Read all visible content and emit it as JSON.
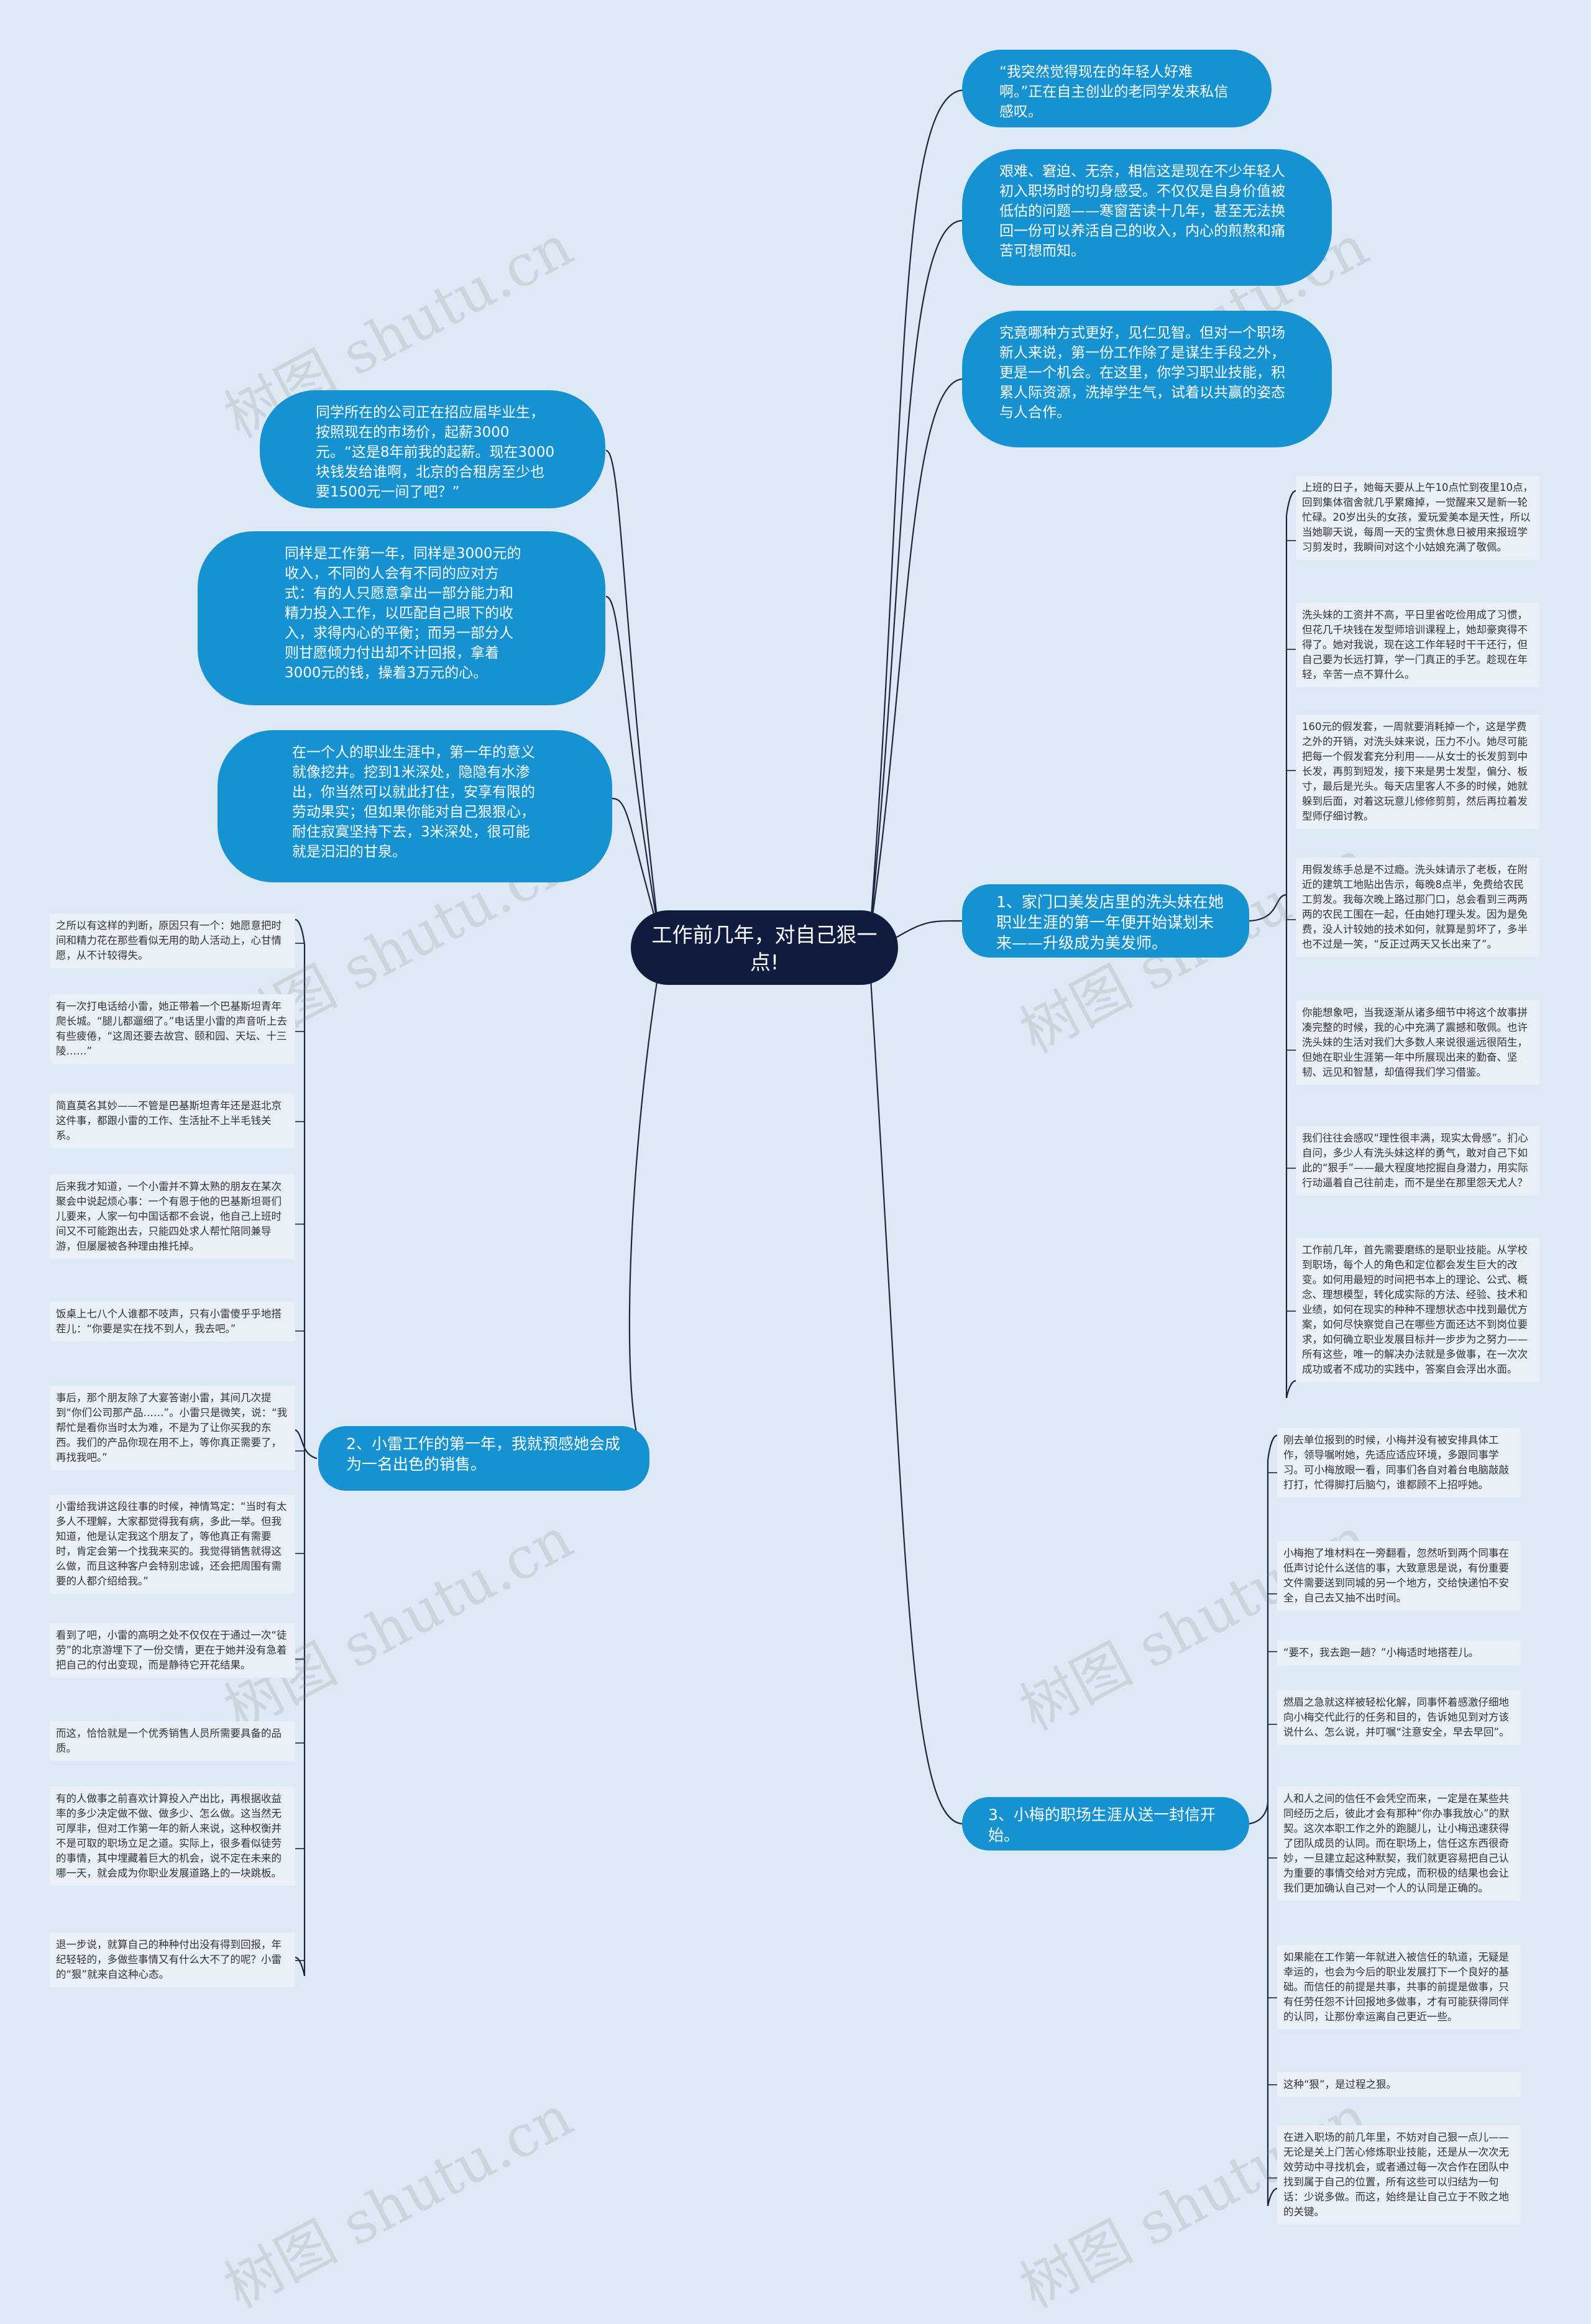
{
  "watermark": "树图 shutu.cn",
  "center": "工作前几年，对自己狠一点!",
  "left_bubbles": [
    "同学所在的公司正在招应届毕业生，按照现在的市场价，起薪3000元。“这是8年前我的起薪。现在3000块钱发给谁啊，北京的合租房至少也要1500元一间了吧？”",
    "同样是工作第一年，同样是3000元的收入，不同的人会有不同的应对方式：有的人只愿意拿出一部分能力和精力投入工作，以匹配自己眼下的收入，求得内心的平衡；而另一部分人则甘愿倾力付出却不计回报，拿着3000元的钱，操着3万元的心。",
    "在一个人的职业生涯中，第一年的意义就像挖井。挖到1米深处，隐隐有水渗出，你当然可以就此打住，安享有限的劳动果实；但如果你能对自己狠狠心，耐住寂寞坚持下去，3米深处，很可能就是汩汩的甘泉。"
  ],
  "right_bubbles": [
    "“我突然觉得现在的年轻人好难啊。”正在自主创业的老同学发来私信感叹。",
    "艰难、窘迫、无奈，相信这是现在不少年轻人初入职场时的切身感受。不仅仅是自身价值被低估的问题——寒窗苦读十几年，甚至无法换回一份可以养活自己的收入，内心的煎熬和痛苦可想而知。",
    "究竟哪种方式更好，见仁见智。但对一个职场新人来说，第一份工作除了是谋生手段之外，更是一个机会。在这里，你学习职业技能，积累人际资源，洗掉学生气，试着以共赢的姿态与人合作。"
  ],
  "branches": {
    "b1": "1、家门口美发店里的洗头妹在她职业生涯的第一年便开始谋划未来——升级成为美发师。",
    "b2": "2、小雷工作的第一年，我就预感她会成为一名出色的销售。",
    "b3": "3、小梅的职场生涯从送一封信开始。"
  },
  "b1_leaves": [
    "上班的日子，她每天要从上午10点忙到夜里10点，回到集体宿舍就几乎累瘫掉，一觉醒来又是新一轮忙碌。20岁出头的女孩，爱玩爱美本是天性，所以当她聊天说，每周一天的宝贵休息日被用来报班学习剪发时，我瞬间对这个小姑娘充满了敬佩。",
    "洗头妹的工资并不高，平日里省吃俭用成了习惯，但花几千块钱在发型师培训课程上，她却豪爽得不得了。她对我说，现在这工作年轻时干干还行，但自己要为长远打算，学一门真正的手艺。趁现在年轻，辛苦一点不算什么。",
    "160元的假发套，一周就要消耗掉一个，这是学费之外的开销，对洗头妹来说，压力不小。她尽可能把每一个假发套充分利用——从女士的长发剪到中长发，再剪到短发，接下来是男士发型，偏分、板寸，最后是光头。每天店里客人不多的时候，她就躲到后面，对着这玩意儿修修剪剪，然后再拉着发型师仔细讨教。",
    "用假发练手总是不过瘾。洗头妹请示了老板，在附近的建筑工地贴出告示，每晚8点半，免费给农民工剪发。我每次晚上路过那门口，总会看到三两两两的农民工围在一起，任由她打理头发。因为是免费，没人计较她的技术如何，就算是剪坏了，多半也不过是一笑，“反正过两天又长出来了”。",
    "你能想象吧，当我逐渐从诸多细节中将这个故事拼凑完整的时候，我的心中充满了震撼和敬佩。也许洗头妹的生活对我们大多数人来说很遥远很陌生，但她在职业生涯第一年中所展现出来的勤奋、坚韧、远见和智慧，却值得我们学习借鉴。",
    "我们往往会感叹“理性很丰满，现实太骨感”。扪心自问，多少人有洗头妹这样的勇气，敢对自己下如此的“狠手”——最大程度地挖掘自身潜力，用实际行动逼着自己往前走，而不是坐在那里怨天尤人？",
    "工作前几年，首先需要磨练的是职业技能。从学校到职场，每个人的角色和定位都会发生巨大的改变。如何用最短的时间把书本上的理论、公式、概念、理想模型，转化成实际的方法、经验、技术和业绩，如何在现实的种种不理想状态中找到最优方案，如何尽快察觉自己在哪些方面还达不到岗位要求，如何确立职业发展目标并一步步为之努力——所有这些，唯一的解决办法就是多做事，在一次次成功或者不成功的实践中，答案自会浮出水面。"
  ],
  "b2_leaves": [
    "之所以有这样的判断，原因只有一个：她愿意把时间和精力花在那些看似无用的助人活动上，心甘情愿，从不计较得失。",
    "有一次打电话给小雷，她正带着一个巴基斯坦青年爬长城。“腿儿都遛细了。”电话里小雷的声音听上去有些疲倦，“这周还要去故宫、颐和园、天坛、十三陵……”",
    "简直莫名其妙——不管是巴基斯坦青年还是逛北京这件事，都跟小雷的工作、生活扯不上半毛钱关系。",
    "后来我才知道，一个小雷并不算太熟的朋友在某次聚会中说起烦心事：一个有恩于他的巴基斯坦哥们儿要来，人家一句中国话都不会说，他自己上班时间又不可能跑出去，只能四处求人帮忙陪同兼导游，但屡屡被各种理由推托掉。",
    "饭桌上七八个人谁都不吱声，只有小雷傻乎乎地搭茬儿：“你要是实在找不到人，我去吧。”",
    "事后，那个朋友除了大宴答谢小雷，其间几次提到“你们公司那产品……”。小雷只是微笑，说：“我帮忙是看你当时太为难，不是为了让你买我的东西。我们的产品你现在用不上，等你真正需要了，再找我吧。”",
    "小雷给我讲这段往事的时候，神情笃定：“当时有太多人不理解，大家都觉得我有病，多此一举。但我知道，他是认定我这个朋友了，等他真正有需要时，肯定会第一个找我来买的。我觉得销售就得这么做，而且这种客户会特别忠诚，还会把周围有需要的人都介绍给我。”",
    "看到了吧，小雷的高明之处不仅仅在于通过一次“徒劳”的北京游埋下了一份交情，更在于她并没有急着把自己的付出变现，而是静待它开花结果。",
    "而这，恰恰就是一个优秀销售人员所需要具备的品质。",
    "有的人做事之前喜欢计算投入产出比，再根据收益率的多少决定做不做、做多少、怎么做。这当然无可厚非，但对工作第一年的新人来说，这种权衡并不是可取的职场立足之道。实际上，很多看似徒劳的事情，其中埋藏着巨大的机会，说不定在未来的哪一天，就会成为你职业发展道路上的一块跳板。",
    "退一步说，就算自己的种种付出没有得到回报，年纪轻轻的，多做些事情又有什么大不了的呢？小雷的“狠”就来自这种心态。"
  ],
  "b3_leaves": [
    "刚去单位报到的时候，小梅并没有被安排具体工作，领导嘱咐她，先适应适应环境，多跟同事学习。可小梅放眼一看，同事们各自对着台电脑敲敲打打，忙得脚打后脑勺，谁都顾不上招呼她。",
    "小梅抱了堆材料在一旁翻看，忽然听到两个同事在低声讨论什么送信的事，大致意思是说，有份重要文件需要送到同城的另一个地方，交给快递怕不安全，自己去又抽不出时间。",
    "“要不，我去跑一趟？”小梅适时地搭茬儿。",
    "燃眉之急就这样被轻松化解，同事怀着感激仔细地向小梅交代此行的任务和目的，告诉她见到对方该说什么、怎么说，并叮嘱“注意安全，早去早回”。",
    "人和人之间的信任不会凭空而来，一定是在某些共同经历之后，彼此才会有那种“你办事我放心”的默契。这次本职工作之外的跑腿儿，让小梅迅速获得了团队成员的认同。而在职场上，信任这东西很奇妙，一旦建立起这种默契，我们就更容易把自己认为重要的事情交给对方完成，而积极的结果也会让我们更加确认自己对一个人的认同是正确的。",
    "如果能在工作第一年就进入被信任的轨道，无疑是幸运的，也会为今后的职业发展打下一个良好的基础。而信任的前提是共事，共事的前提是做事，只有任劳任怨不计回报地多做事，才有可能获得同伴的认同，让那份幸运离自己更近一些。",
    "这种“狠”，是过程之狠。",
    "在进入职场的前几年里，不妨对自己狠一点儿——无论是关上门苦心修炼职业技能，还是从一次次无效劳动中寻找机会，或者通过每一次合作在团队中找到属于自己的位置，所有这些可以归结为一句话：少说多做。而这，始终是让自己立于不败之地的关键。"
  ]
}
